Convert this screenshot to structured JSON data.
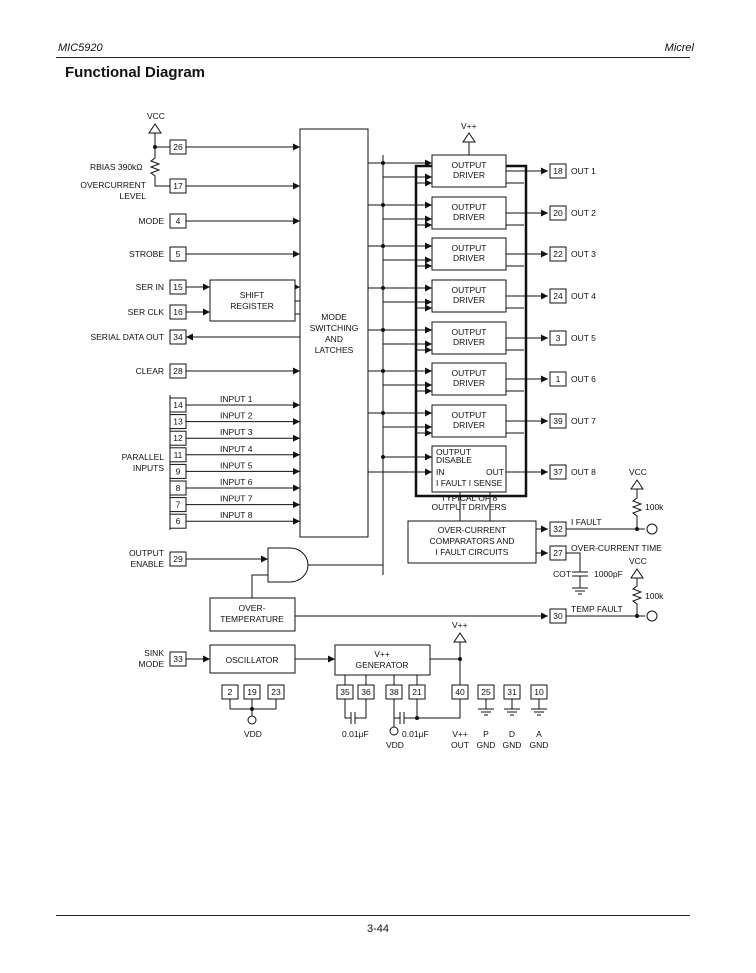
{
  "header": {
    "left": "MIC5920",
    "right": "Micrel"
  },
  "title": "Functional Diagram",
  "footer": {
    "page": "3-44"
  },
  "diagram": {
    "vcc": "VCC",
    "vpp": "V++",
    "vdd": "VDD",
    "rbias": "RBIAS 390kΩ",
    "overcurrent_level": [
      "OVERCURRENT",
      "LEVEL"
    ],
    "left_pins": [
      {
        "num": "26",
        "label": ""
      },
      {
        "num": "17",
        "label": ""
      },
      {
        "num": "4",
        "label": "MODE"
      },
      {
        "num": "5",
        "label": "STROBE"
      },
      {
        "num": "15",
        "label": "SER IN"
      },
      {
        "num": "16",
        "label": "SER CLK"
      },
      {
        "num": "34",
        "label": "SERIAL DATA OUT"
      },
      {
        "num": "28",
        "label": "CLEAR"
      }
    ],
    "parallel_pins": [
      "14",
      "13",
      "12",
      "11",
      "9",
      "8",
      "7",
      "6"
    ],
    "parallel_inputs": [
      "INPUT 1",
      "INPUT 2",
      "INPUT 3",
      "INPUT 4",
      "INPUT 5",
      "INPUT 6",
      "INPUT 7",
      "INPUT 8"
    ],
    "parallel_label": [
      "PARALLEL",
      "INPUTS"
    ],
    "shift_register": [
      "SHIFT",
      "REGISTER"
    ],
    "mode_block": [
      "MODE",
      "SWITCHING",
      "AND",
      "LATCHES"
    ],
    "output_driver": [
      "OUTPUT",
      "DRIVER"
    ],
    "outputs": [
      {
        "pin": "18",
        "label": "OUT 1"
      },
      {
        "pin": "20",
        "label": "OUT 2"
      },
      {
        "pin": "22",
        "label": "OUT 3"
      },
      {
        "pin": "24",
        "label": "OUT 4"
      },
      {
        "pin": "3",
        "label": "OUT 5"
      },
      {
        "pin": "1",
        "label": "OUT 6"
      },
      {
        "pin": "39",
        "label": "OUT 7"
      },
      {
        "pin": "37",
        "label": "OUT 8"
      }
    ],
    "driver8": {
      "line1": "OUTPUT",
      "line2": "DISABLE",
      "in": "IN",
      "out": "OUT",
      "sense": "I FAULT  I SENSE",
      "typical": [
        "TYPICAL OF 8",
        "OUTPUT DRIVERS"
      ]
    },
    "overcurrent_block": [
      "OVER-CURRENT",
      "COMPARATORS AND",
      "I FAULT CIRCUITS"
    ],
    "ifault": {
      "pin": "32",
      "label": "I FAULT"
    },
    "octime": {
      "pin": "27",
      "label": "OVER-CURRENT TIME"
    },
    "cot": {
      "label": "COT",
      "value": "1000pF"
    },
    "r100k": "100k",
    "output_enable": {
      "pin": "29",
      "label": [
        "OUTPUT",
        "ENABLE"
      ]
    },
    "overtemp": [
      "OVER-",
      "TEMPERATURE"
    ],
    "tempfault": {
      "pin": "30",
      "label": "TEMP FAULT"
    },
    "sink_mode": {
      "pin": "33",
      "label": [
        "SINK",
        "MODE"
      ]
    },
    "oscillator": "OSCILLATOR",
    "osc_pins": [
      "2",
      "19",
      "23"
    ],
    "vpp_gen": [
      "V++",
      "GENERATOR"
    ],
    "gen_pins": [
      "35",
      "36",
      "38",
      "21"
    ],
    "cap": "0.01μF",
    "vpp_out_pin": "40",
    "gnd_pins": [
      "25",
      "31",
      "10"
    ],
    "bottom_labels": [
      [
        "V++",
        "OUT"
      ],
      [
        "P",
        "GND"
      ],
      [
        "D",
        "GND"
      ],
      [
        "A",
        "GND"
      ]
    ]
  }
}
